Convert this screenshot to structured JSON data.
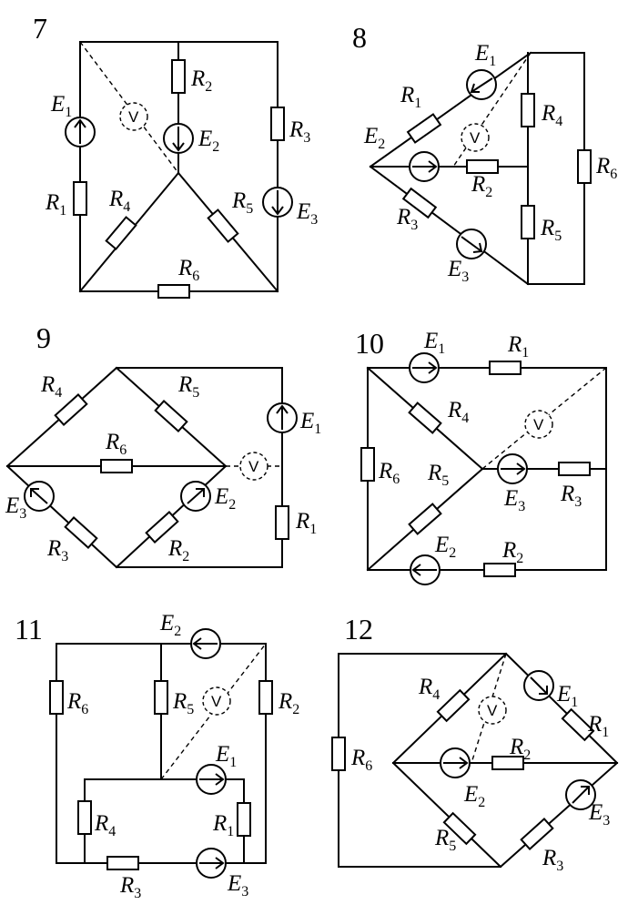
{
  "circuits": [
    {
      "number": "7"
    },
    {
      "number": "8"
    },
    {
      "number": "9"
    },
    {
      "number": "10"
    },
    {
      "number": "11"
    },
    {
      "number": "12"
    }
  ],
  "symbols": {
    "E": "E",
    "R": "R",
    "voltmeter": "V",
    "s1": "1",
    "s2": "2",
    "s3": "3",
    "s4": "4",
    "s5": "5",
    "s6": "6"
  },
  "colors": {
    "ink": "#000000",
    "paper": "#ffffff"
  }
}
